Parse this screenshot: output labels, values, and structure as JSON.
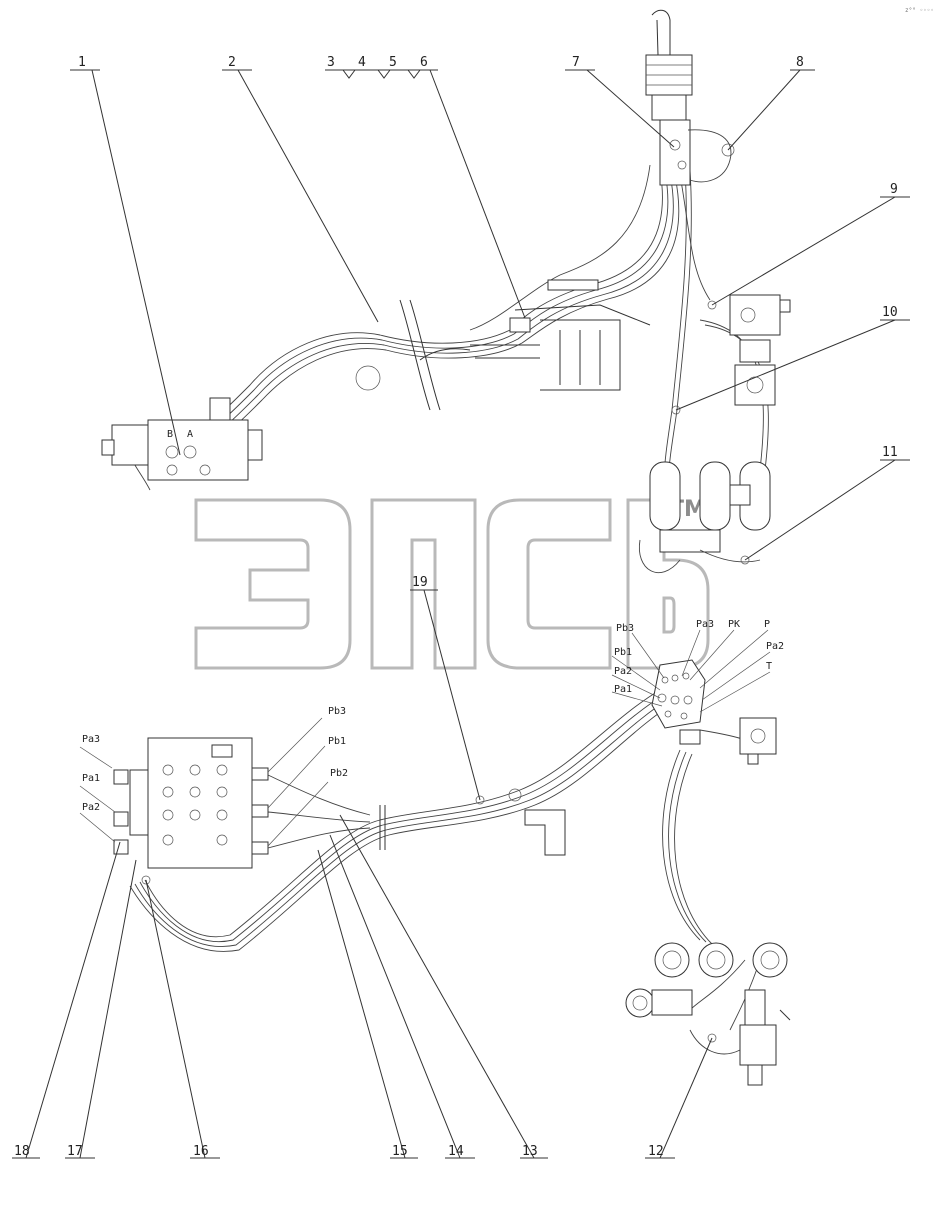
{
  "callouts": [
    {
      "label": "1"
    },
    {
      "label": "2"
    },
    {
      "label": "3"
    },
    {
      "label": "4"
    },
    {
      "label": "5"
    },
    {
      "label": "6"
    },
    {
      "label": "7"
    },
    {
      "label": "8"
    },
    {
      "label": "9"
    },
    {
      "label": "10"
    },
    {
      "label": "11"
    },
    {
      "label": "12"
    },
    {
      "label": "13"
    },
    {
      "label": "14"
    },
    {
      "label": "15"
    },
    {
      "label": "16"
    },
    {
      "label": "17"
    },
    {
      "label": "18"
    },
    {
      "label": "19"
    }
  ],
  "upper_valve_ports": {
    "b": "B",
    "a": "A"
  },
  "joystick_block_ports": [
    "Pb3",
    "Pa3",
    "PK",
    "P",
    "Pb1",
    "Pa2",
    "Pa2",
    "T",
    "Pa1"
  ],
  "left_valve_ports": [
    "Pa3",
    "Pa1",
    "Pa2",
    "Pb3",
    "Pb1",
    "Pb2"
  ],
  "watermark": {
    "text": "ЭПСЬ",
    "trademark": "TM"
  },
  "corner_mark": "z°° ◦◦◦◦"
}
